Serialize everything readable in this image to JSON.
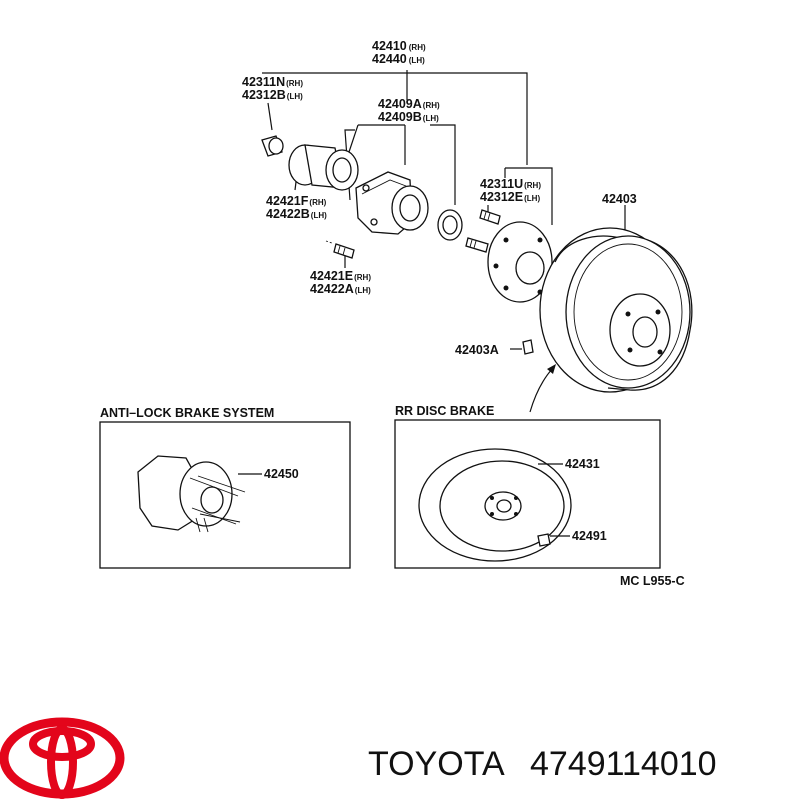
{
  "parts": {
    "p42410": {
      "num": "42410",
      "side": "(RH)"
    },
    "p42440": {
      "num": "42440",
      "side": "(LH)"
    },
    "p42311N": {
      "num": "42311N",
      "side": "(RH)"
    },
    "p42312B": {
      "num": "42312B",
      "side": "(LH)"
    },
    "p42409A": {
      "num": "42409A",
      "side": "(RH)"
    },
    "p42409B": {
      "num": "42409B",
      "side": "(LH)"
    },
    "p42421F": {
      "num": "42421F",
      "side": "(RH)"
    },
    "p42422B": {
      "num": "42422B",
      "side": "(LH)"
    },
    "p42311U": {
      "num": "42311U",
      "side": "(RH)"
    },
    "p42312E": {
      "num": "42312E",
      "side": "(LH)"
    },
    "p42403": {
      "num": "42403"
    },
    "p42421E": {
      "num": "42421E",
      "side": "(RH)"
    },
    "p42422A": {
      "num": "42422A",
      "side": "(LH)"
    },
    "p42403A": {
      "num": "42403A"
    },
    "p42450": {
      "num": "42450"
    },
    "p42431": {
      "num": "42431"
    },
    "p42491": {
      "num": "42491"
    }
  },
  "boxes": {
    "abs": {
      "title": "ANTI–LOCK BRAKE SYSTEM"
    },
    "disc": {
      "title": "RR DISC BRAKE"
    }
  },
  "diagram_code": "MC  L955-C",
  "footer": {
    "brand": "TOYOTA",
    "part_number": "4749114010"
  },
  "colors": {
    "logo": "#e3051b",
    "ink": "#111111"
  },
  "icons": {
    "logo": "toyota-logo"
  }
}
